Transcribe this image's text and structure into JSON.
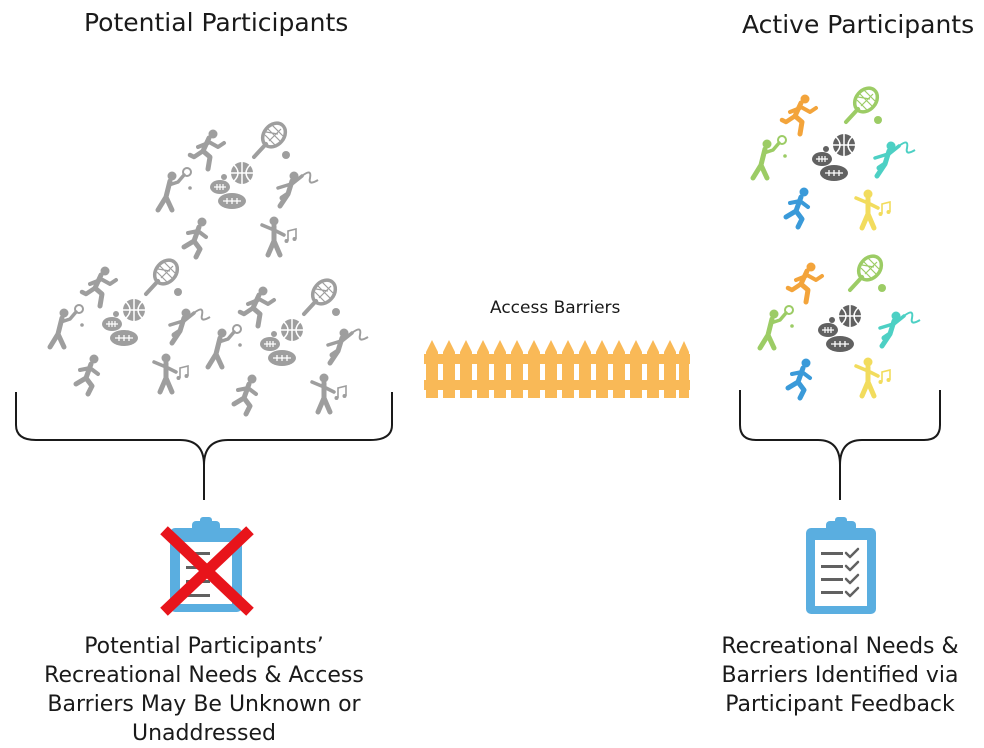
{
  "left": {
    "title": "Potential Participants",
    "caption_lines": [
      "Potential Participants’",
      "Recreational Needs & Access",
      "Barriers May Be Unknown or",
      "Unaddressed"
    ],
    "icon_color": "#9e9e9e"
  },
  "middle": {
    "label": "Access Barriers",
    "fence_color": "#f9b957"
  },
  "right": {
    "title": "Active Participants",
    "caption_lines": [
      "Recreational Needs &",
      "Barriers Identified via",
      "Participant Feedback"
    ],
    "icon_colors": {
      "runner": "#f3a43b",
      "tennis_racket": "#9ccc65",
      "tennis_player": "#9ccc65",
      "balls": "#616161",
      "gymnast": "#4dd0c4",
      "sprinter": "#3a9ad9",
      "dancer": "#f2dc5d"
    }
  },
  "clipboard": {
    "frame_color": "#5aaee0",
    "cross_color": "#e8141b"
  }
}
